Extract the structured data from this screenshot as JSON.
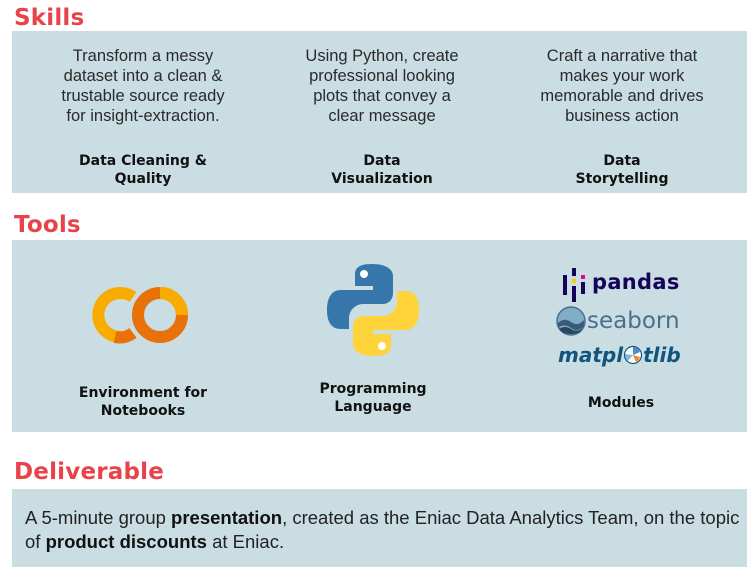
{
  "sections": {
    "skills": {
      "heading": "Skills"
    },
    "tools": {
      "heading": "Tools"
    },
    "deliverable": {
      "heading": "Deliverable"
    }
  },
  "skills": [
    {
      "description": "Transform a messy\ndataset into a clean &\ntrustable source ready\nfor insight-extraction.",
      "title": "Data Cleaning &\nQuality"
    },
    {
      "description": "Using Python, create\nprofessional looking\nplots that convey a\nclear message",
      "title": "Data\nVisualization"
    },
    {
      "description": "Craft a narrative that\nmakes your work\nmemorable and drives\nbusiness action",
      "title": "Data\nStorytelling"
    }
  ],
  "tools": [
    {
      "title": "Environment for\nNotebooks",
      "icon": "colab-logo-icon"
    },
    {
      "title": "Programming\nLanguage",
      "icon": "python-logo-icon"
    },
    {
      "title": "Modules",
      "icon": "python-modules-logos"
    }
  ],
  "modules": {
    "pandas": "pandas",
    "seaborn": "seaborn",
    "matplotlib_a": "matpl",
    "matplotlib_b": "tlib"
  },
  "deliverable": {
    "part1": "A 5-minute group ",
    "bold1": "presentation",
    "part2": ", created as the Eniac Data Analytics Team, on the topic of ",
    "bold2": "product discounts",
    "part3": " at Eniac."
  },
  "colors": {
    "heading": "#e8424b",
    "panel": "#c9dde3",
    "colab_orange_dark": "#e8710a",
    "colab_orange_light": "#f9ab00",
    "python_blue": "#3776ab",
    "python_yellow": "#ffd43b",
    "pandas_navy": "#150458",
    "seaborn_blue": "#4c6e8d",
    "matplotlib_blue": "#11557c"
  }
}
